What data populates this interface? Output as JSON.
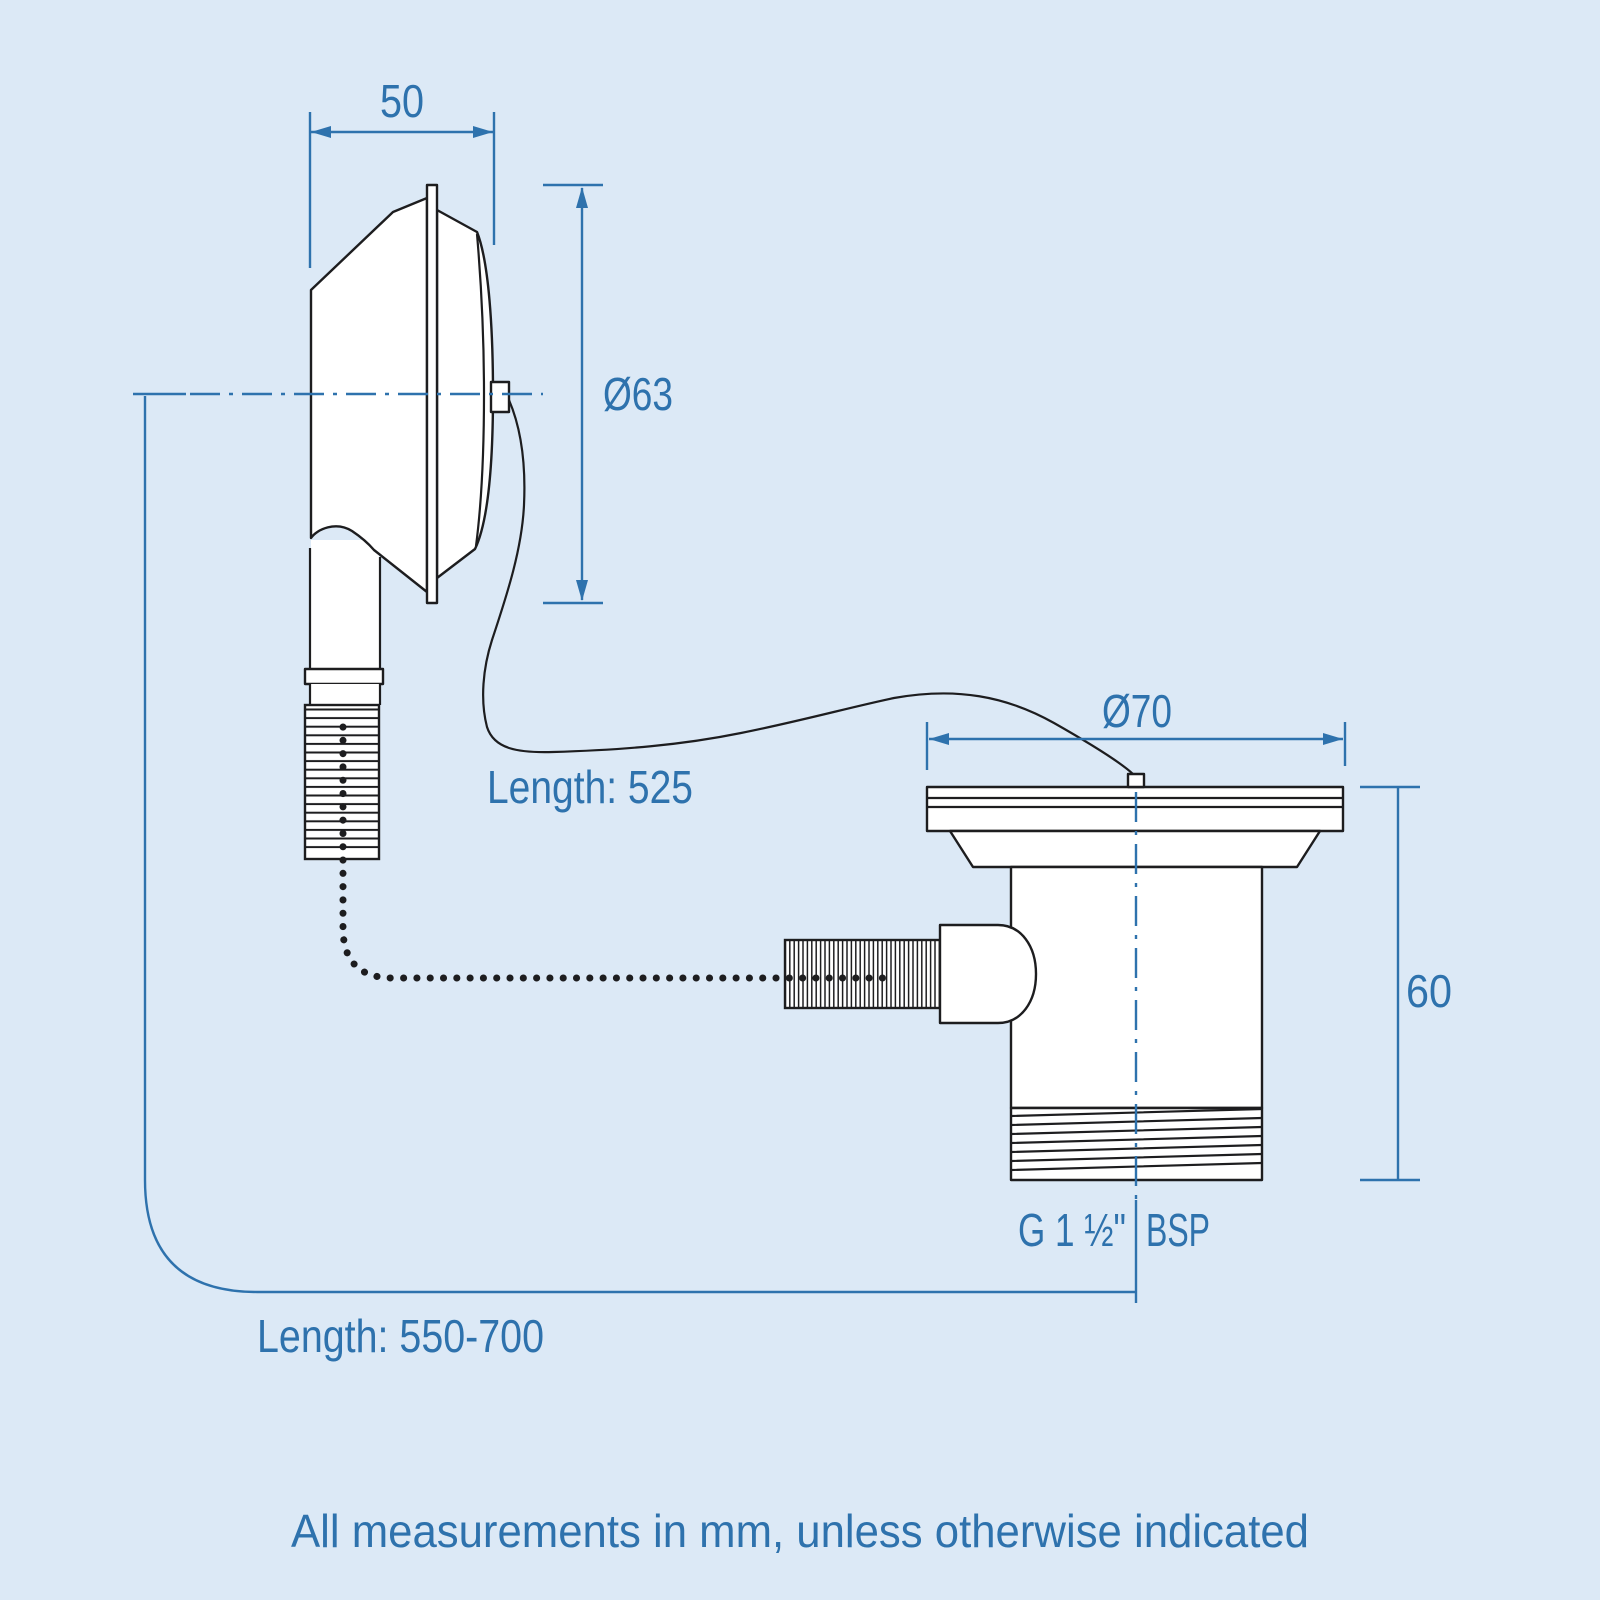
{
  "drawing": {
    "labels": {
      "overflow_width": "50",
      "overflow_grate_diameter": "Ø63",
      "cable_length": "Length: 525",
      "waste_flange_diameter": "Ø70",
      "waste_body_height": "60",
      "overall_length": "Length: 550-700",
      "outlet_thread_left": "G 1 ½\"",
      "outlet_thread_right": "BSP"
    },
    "footnote": "All measurements in mm, unless otherwise indicated",
    "colors": {
      "background": "#dce9f6",
      "dimension_blue": "#2e72ad",
      "line_ink": "#1d1d1f"
    }
  }
}
